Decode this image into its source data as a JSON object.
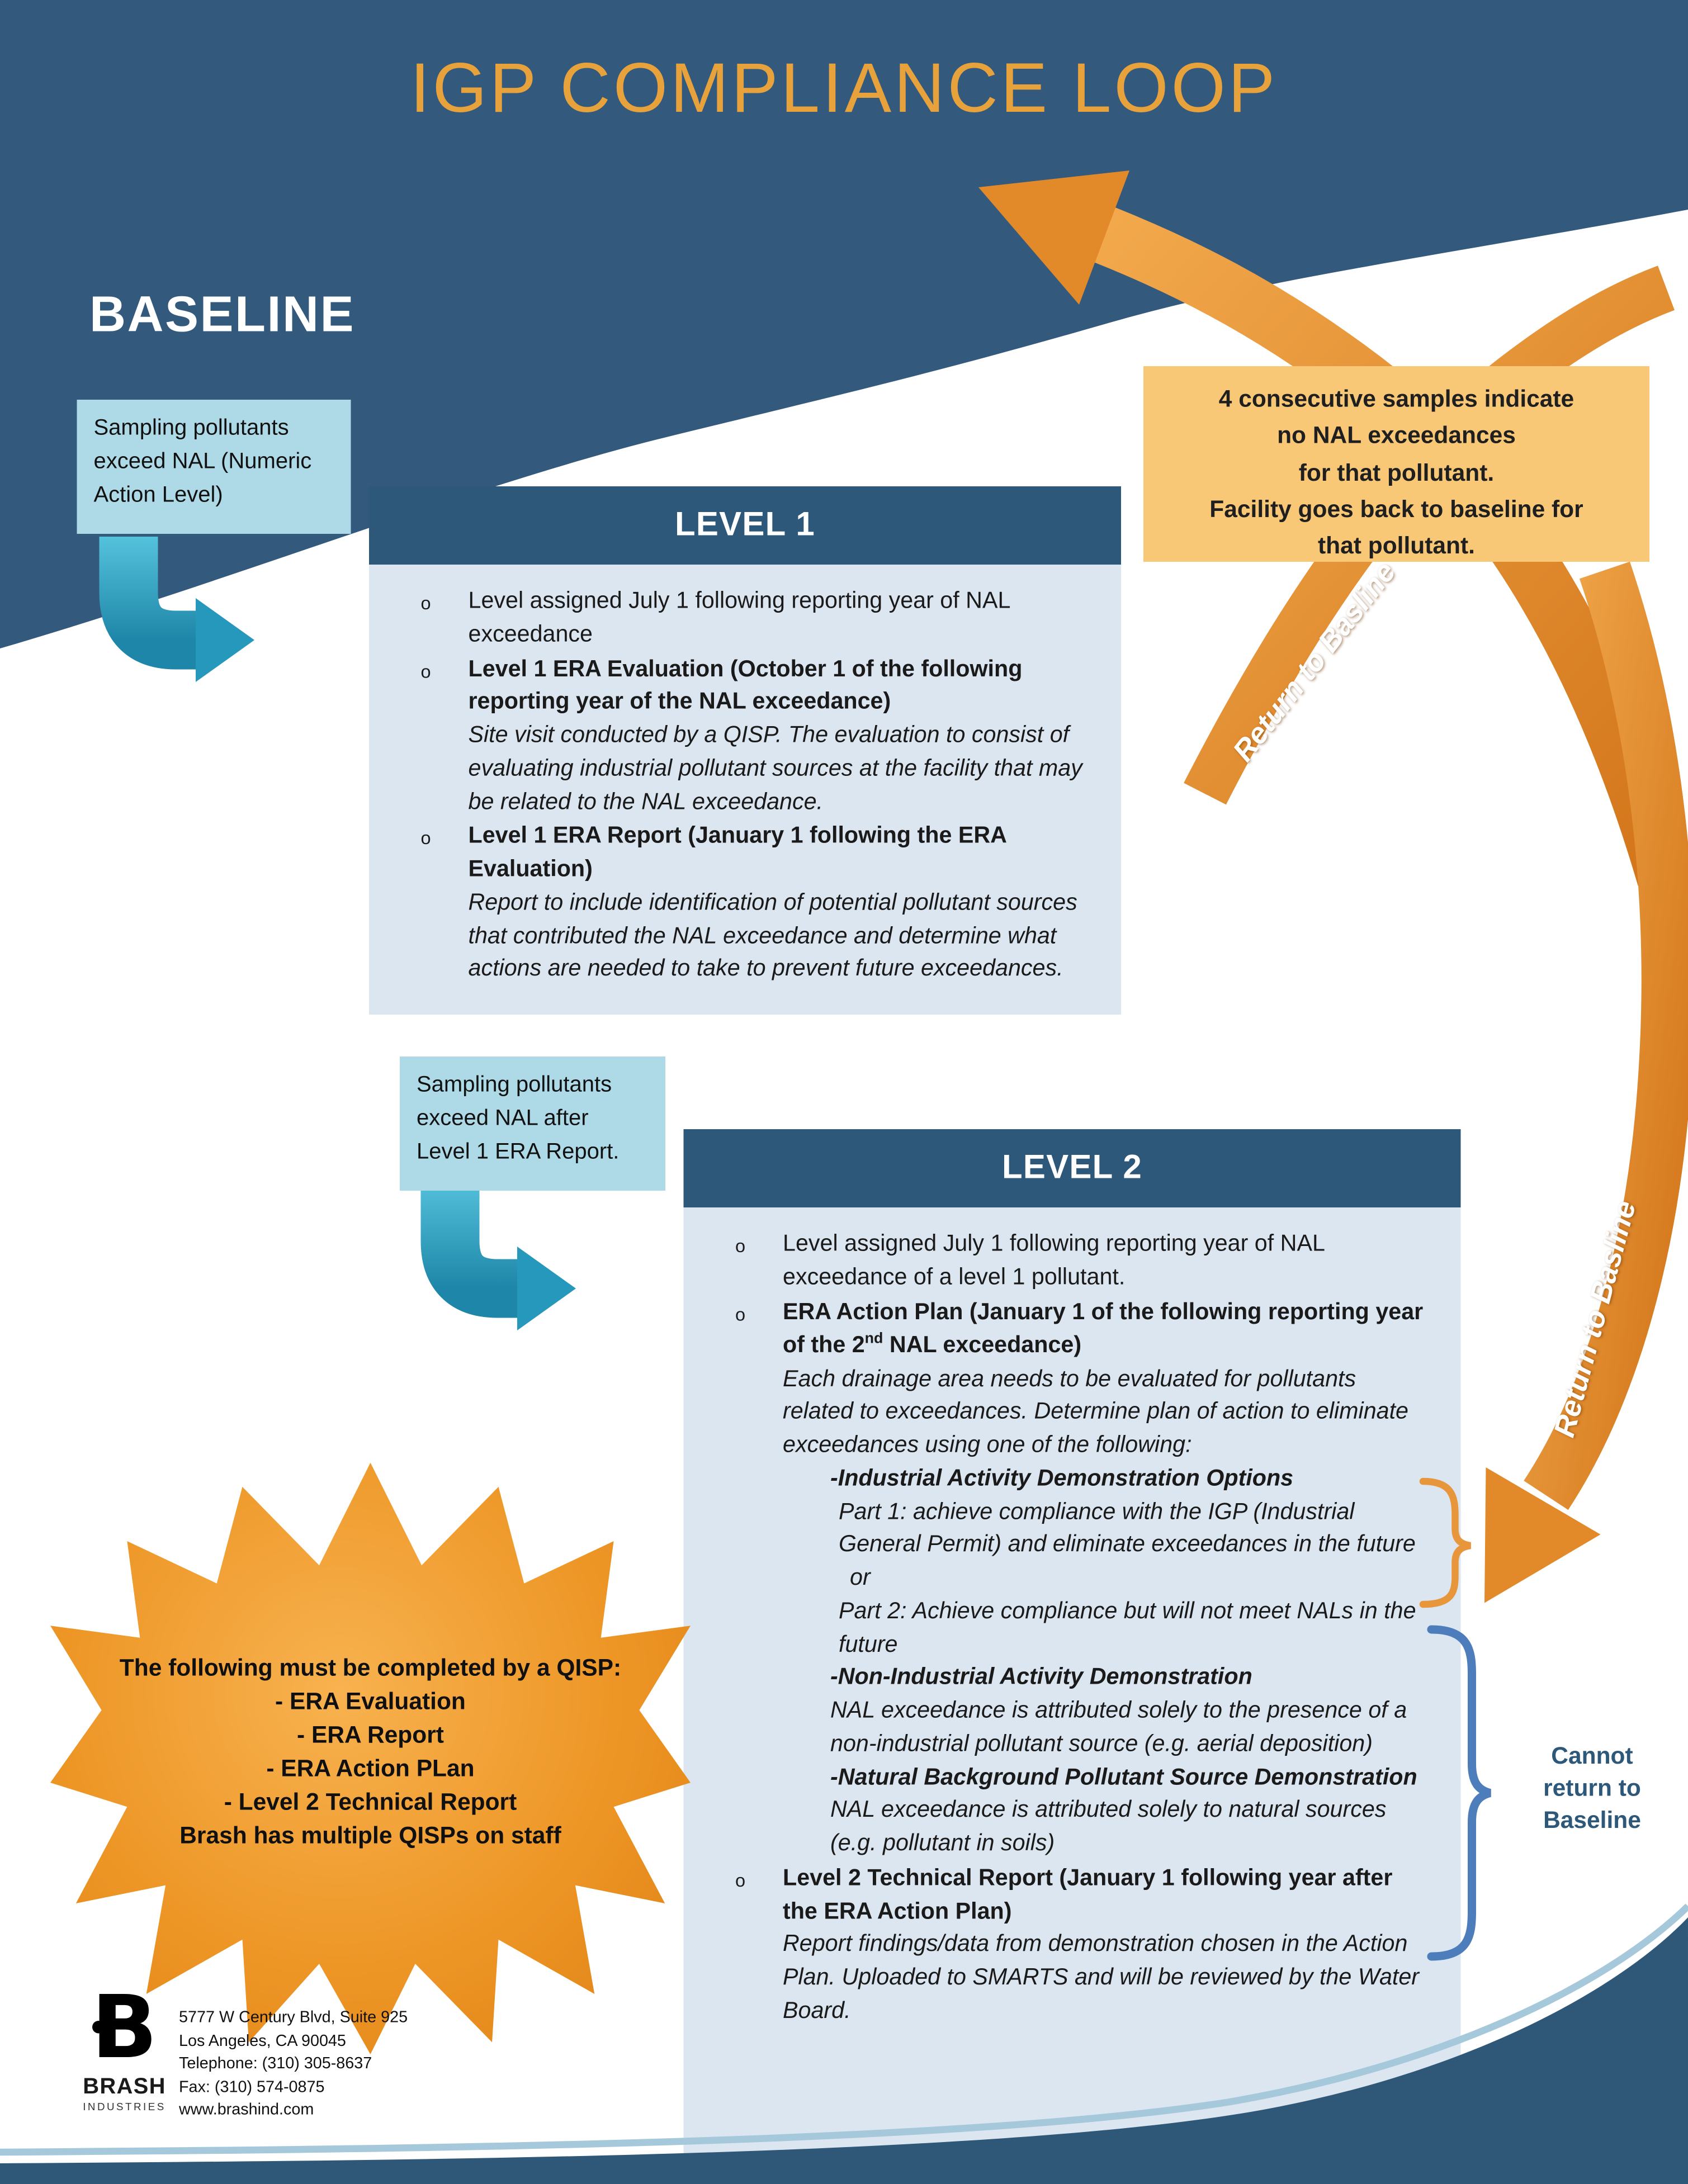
{
  "title": "IGP COMPLIANCE LOOP",
  "baseline_label": "BASELINE",
  "chars": {
    "bullet": "o"
  },
  "arrows": {
    "return_label": "Return to Basline"
  },
  "callouts": {
    "sampling_exceed_nal": "Sampling pollutants\nexceed NAL (Numeric\nAction Level)",
    "sampling_exceed_after": "Sampling pollutants\nexceed NAL after\nLevel 1 ERA Report.",
    "four_samples": "4 consecutive samples indicate\nno NAL exceedances\nfor that pollutant.\nFacility goes back to baseline for\nthat pollutant.",
    "cannot_return": "Cannot\nreturn to\nBaseline"
  },
  "level1": {
    "header": "LEVEL 1",
    "b1": "Level assigned July 1 following reporting year of NAL exceedance",
    "b2_bold": "Level 1 ERA Evaluation (October 1 of the following reporting year of the NAL exceedance)",
    "b2_italic": "Site visit conducted by a QISP. The evaluation to consist of evaluating industrial pollutant sources at the facility that may be related to the NAL exceedance.",
    "b3_bold": "Level 1 ERA Report (January 1 following the ERA Evaluation)",
    "b3_italic": "Report to include identification of potential pollutant sources that contributed the NAL exceedance and determine what actions are needed to take to prevent future exceedances."
  },
  "level2": {
    "header": "LEVEL 2",
    "b1": "Level assigned July 1 following reporting year of NAL exceedance of a level 1 pollutant.",
    "b2_bold_pre": "ERA Action Plan (January 1 of the following reporting year of the 2",
    "b2_sup": "nd",
    "b2_bold_post": " NAL exceedance)",
    "b2_italic": "Each drainage area needs to be evaluated for pollutants related to exceedances. Determine plan of action to eliminate exceedances using one of the following:",
    "opt1_title": "-Industrial Activity Demonstration Options",
    "opt1_part1": "Part 1: achieve compliance with the IGP (Industrial General Permit) and eliminate exceedances in the future",
    "or_label": "or",
    "opt1_part2": "Part 2: Achieve compliance but will not meet NALs in the future",
    "opt2_title": "-Non-Industrial Activity Demonstration",
    "opt2_text": "NAL exceedance is attributed solely to the presence of a non-industrial pollutant source (e.g. aerial deposition)",
    "opt3_title": "-Natural Background Pollutant Source Demonstration",
    "opt3_text": "NAL exceedance is attributed solely to natural sources (e.g. pollutant in soils)",
    "b3_bold": "Level 2 Technical Report (January 1 following year after the ERA Action Plan)",
    "b3_italic": "Report findings/data from demonstration chosen in the Action Plan. Uploaded to SMARTS and will be reviewed by the Water Board."
  },
  "starburst": {
    "heading": "The following must be completed by a QISP:",
    "items": "- ERA Evaluation\n- ERA Report\n- ERA Action PLan\n- Level 2 Technical Report",
    "footnote": "Brash has multiple QISPs on staff"
  },
  "footer": {
    "logo_letter": "B",
    "brand": "BRASH",
    "brand_sub": "INDUSTRIES",
    "address": "5777 W Century Blvd, Suite 925\nLos Angeles, CA 90045\nTelephone: (310) 305-8637\nFax: (310) 574-0875\nwww.brashind.com"
  },
  "colors": {
    "header_blue": "#33597D",
    "panel_header_blue": "#2E5879",
    "panel_body_blue": "#DCE6F1",
    "callout_blue": "#AEDAE7",
    "title_orange": "#E8A23C",
    "arrow_orange": "#E2892A",
    "highlight_tan": "#F9C876",
    "teal_arrow": "#2598BC",
    "bracket_blue": "#4D7EBB"
  }
}
